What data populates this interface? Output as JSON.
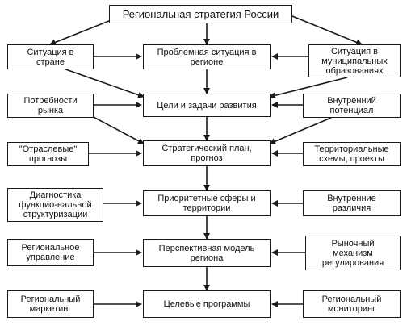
{
  "diagram": {
    "title": "Региональная стратегия России",
    "center": {
      "situation_region": "Проблемная ситуация в\nрегионе",
      "goals": "Цели и задачи развития",
      "strategic_plan": "Стратегический план,\nпрогноз",
      "priority": "Приоритетные сферы и\nтерритории",
      "model": "Перспективная модель\nрегиона",
      "programs": "Целевые программы"
    },
    "left": {
      "country": "Ситуация в\nстране",
      "market_needs": "Потребности\nрынка",
      "sector_forecasts": "\"Отраслевые\"\nпрогнозы",
      "diagnostics": "Диагностика\nфункцио-нальной\nструктуризации",
      "management": "Региональное\nуправление",
      "marketing": "Региональный\nмаркетинг"
    },
    "right": {
      "municipal": "Ситуация в\nмуниципальных\nобразованиях",
      "potential": "Внутренний\nпотенциал",
      "territorial": "Территориальные\nсхемы, проекты",
      "differences": "Внутренние\nразличия",
      "market_mechanism": "Рыночный\nмеханизм\nрегулирования",
      "monitoring": "Региональный\nмониторинг"
    }
  }
}
